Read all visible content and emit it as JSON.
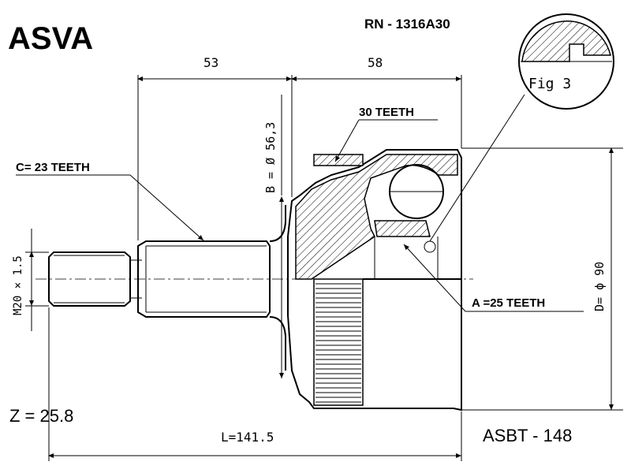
{
  "brand": "ASVA",
  "part_number": "RN - 1316A30",
  "fig_label": "Fig 3",
  "dimensions": {
    "outer_length_a": "53",
    "outer_length_b": "58",
    "bore_diameter": "B = Ø 56,3",
    "thread": "M20 × 1.5",
    "outer_diameter": "D= ϕ 90",
    "total_length": "L=141.5"
  },
  "teeth": {
    "abs_ring": "30 TEETH",
    "shaft_c": "C= 23 TEETH",
    "inner_a": "A =25 TEETH"
  },
  "z_value": "Z = 25.8",
  "code": "ASBT - 148"
}
